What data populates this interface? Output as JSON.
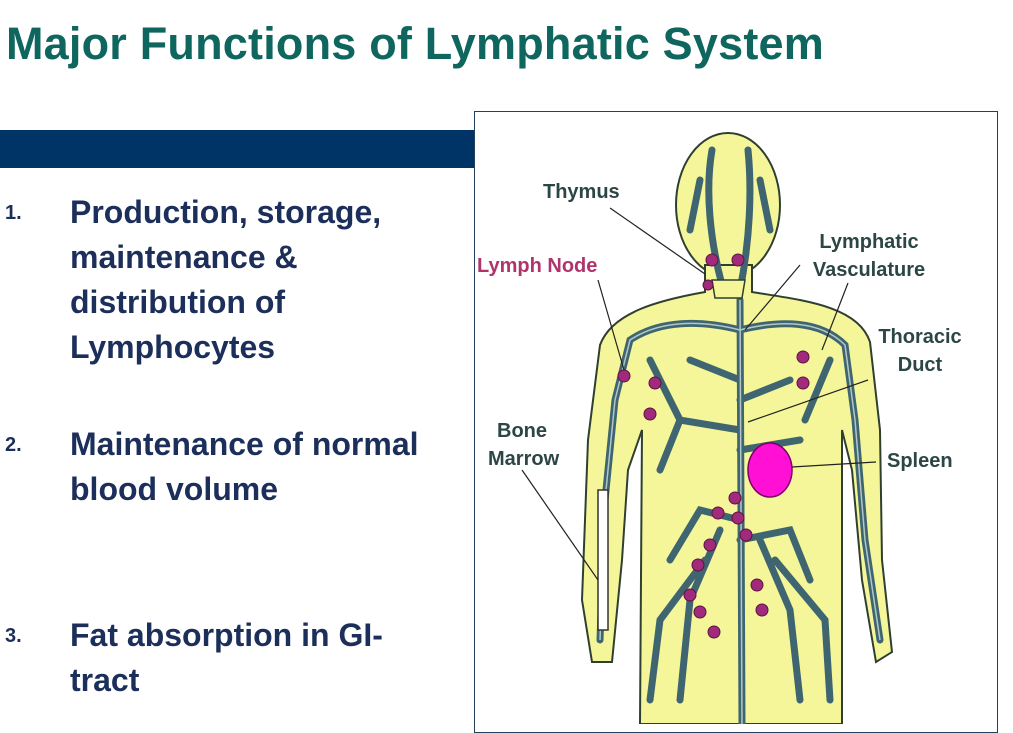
{
  "title": "Major Functions of Lymphatic System",
  "list": [
    {
      "number": "1.",
      "text": "Production, storage, maintenance & distribution of Lymphocytes"
    },
    {
      "number": "2.",
      "text": "Maintenance of normal blood volume"
    },
    {
      "number": "3.",
      "text": "Fat absorption in GI-tract"
    }
  ],
  "diagram": {
    "labels": {
      "thymus": "Thymus",
      "lymph_node": "Lymph Node",
      "lymphatic_vasculature_1": "Lymphatic",
      "lymphatic_vasculature_2": "Vasculature",
      "thoracic_duct_1": "Thoracic",
      "thoracic_duct_2": "Duct",
      "bone_marrow_1": "Bone",
      "bone_marrow_2": "Marrow",
      "spleen": "Spleen"
    },
    "colors": {
      "body": "#f5f59a",
      "vessel": "#3f6670",
      "node": "#a12a7c",
      "spleen": "#ff10d4",
      "lymph_node_label": "#b0346c"
    }
  }
}
